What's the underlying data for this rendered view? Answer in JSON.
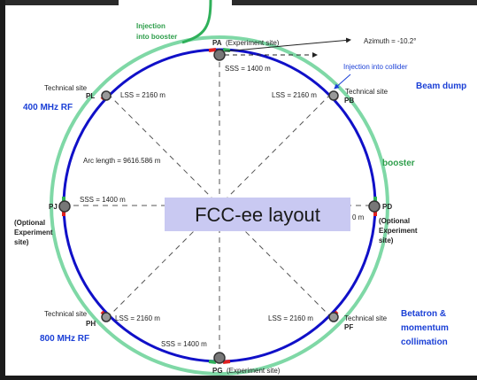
{
  "diagram": {
    "title": "FCC-ee layout",
    "injection_booster": [
      "Injection",
      "into booster"
    ],
    "azimuth": "Azimuth = -10.2°",
    "injection_collider": "Injection into collider",
    "beam_dump": "Beam dump",
    "booster": "booster",
    "rf_400": "400 MHz RF",
    "rf_800": "800 MHz RF",
    "betatron": [
      "Betatron &",
      "momentum",
      "collimation"
    ],
    "arc_length": "Arc length = 9616.586 m",
    "sites": {
      "PA": {
        "name": "PA",
        "desc": "(Experiment site)",
        "ss": "SSS = 1400 m"
      },
      "PB": {
        "name": "PB",
        "desc": "Technical site",
        "ss": "LSS = 2160 m"
      },
      "PD": {
        "name": "PD",
        "desc": [
          "(Optional",
          "Experiment",
          "site)"
        ],
        "ss": "0 m"
      },
      "PF": {
        "name": "PF",
        "desc": "Technical site",
        "ss": "LSS = 2160 m"
      },
      "PG": {
        "name": "PG",
        "desc": "(Experiment site)",
        "ss": "SSS = 1400 m"
      },
      "PH": {
        "name": "PH",
        "desc": "Technical site",
        "ss": "LSS = 2160 m"
      },
      "PJ": {
        "name": "PJ",
        "desc": [
          "(Optional",
          "Experiment",
          "site)"
        ],
        "ss": "SSS = 1400 m"
      },
      "PL": {
        "name": "PL",
        "desc": "Technical site",
        "ss": "LSS = 2160 m"
      }
    },
    "colors": {
      "collider": "#1010c8",
      "booster": "#7fd8a6",
      "injection": "#2fb05a",
      "rf_marker": "#e02020",
      "text_blue": "#1a3fd6",
      "title_bg": "#c9c9f2"
    }
  }
}
